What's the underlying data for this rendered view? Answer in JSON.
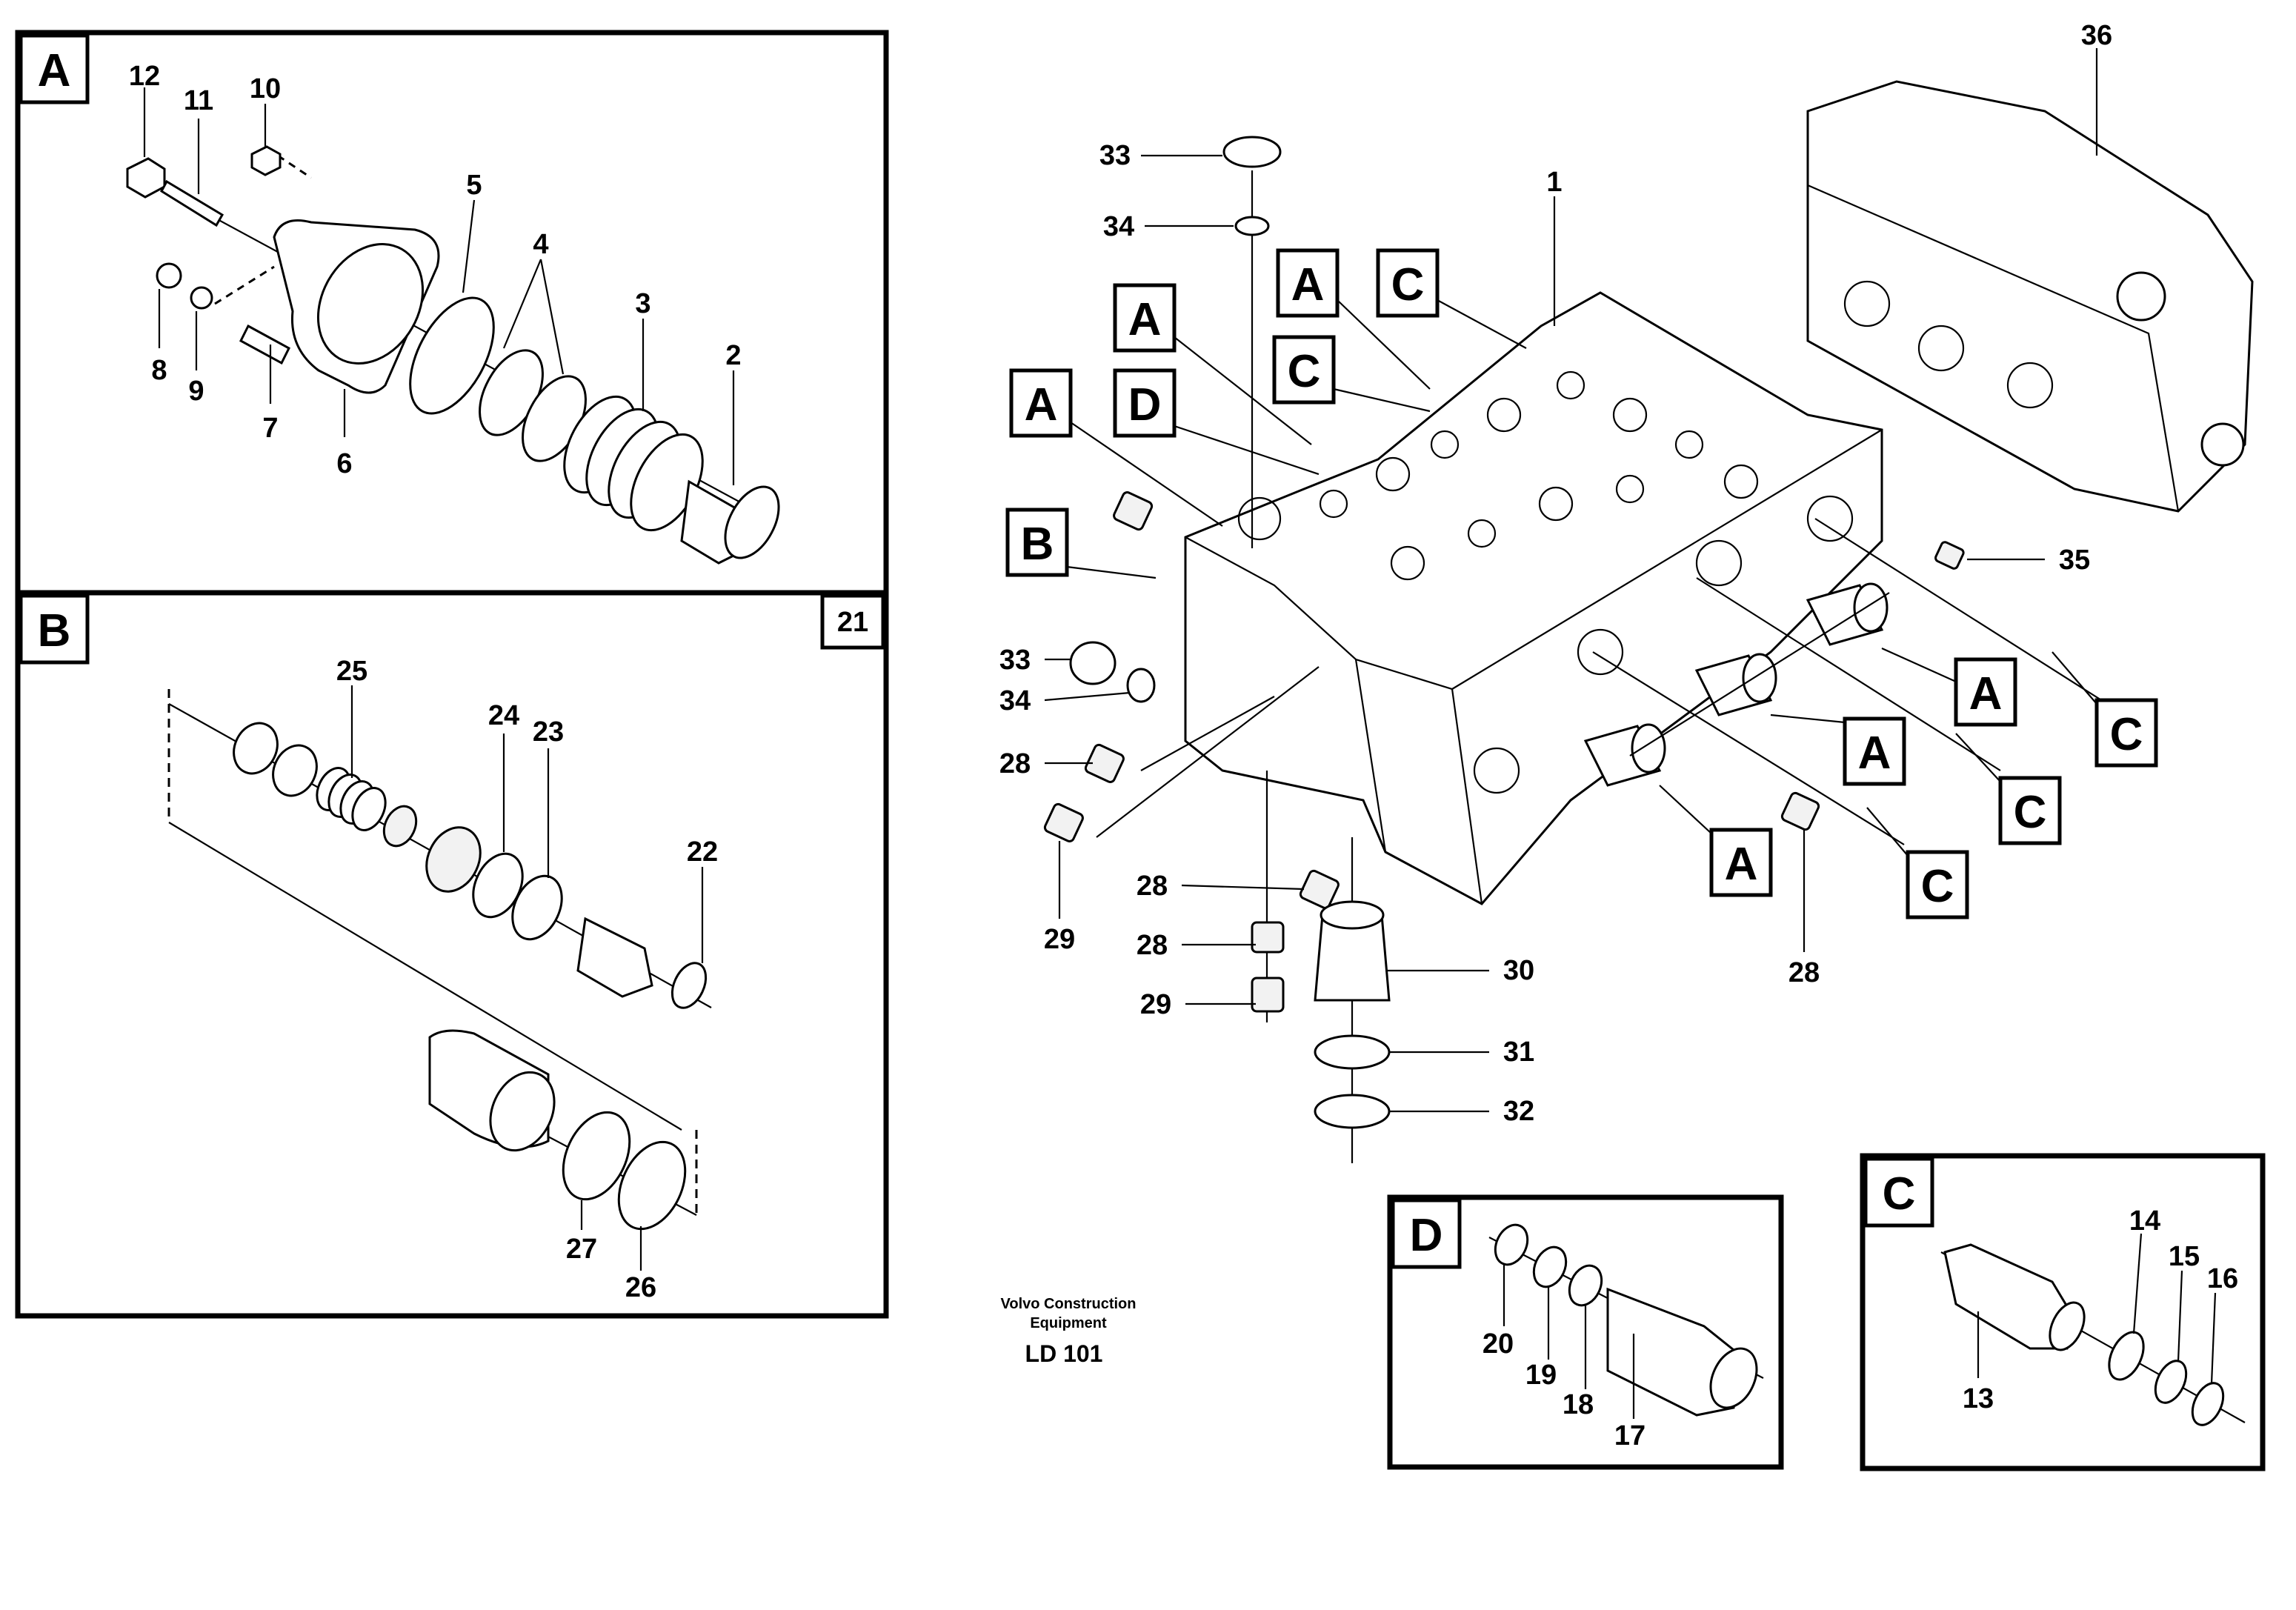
{
  "panels": {
    "A": {
      "tag": "A",
      "labels": [
        "12",
        "11",
        "10",
        "5",
        "4",
        "3",
        "2",
        "8",
        "9",
        "7",
        "6"
      ]
    },
    "B": {
      "tag": "B",
      "corner": "21",
      "labels": [
        "25",
        "24",
        "23",
        "22",
        "27",
        "26"
      ]
    },
    "D": {
      "tag": "D",
      "labels": [
        "20",
        "19",
        "18",
        "17"
      ]
    },
    "C": {
      "tag": "C",
      "labels": [
        "14",
        "15",
        "16",
        "13"
      ]
    }
  },
  "main": {
    "tags": [
      "A",
      "C",
      "A",
      "C",
      "A",
      "D",
      "B",
      "A",
      "A",
      "A",
      "C",
      "C",
      "C",
      "C"
    ],
    "labels": [
      "36",
      "33",
      "34",
      "1",
      "35",
      "33",
      "34",
      "28",
      "29",
      "28",
      "28",
      "29",
      "30",
      "31",
      "32",
      "28"
    ]
  },
  "credit": {
    "line1": "Volvo Construction",
    "line2": "Equipment",
    "code": "LD 101"
  }
}
